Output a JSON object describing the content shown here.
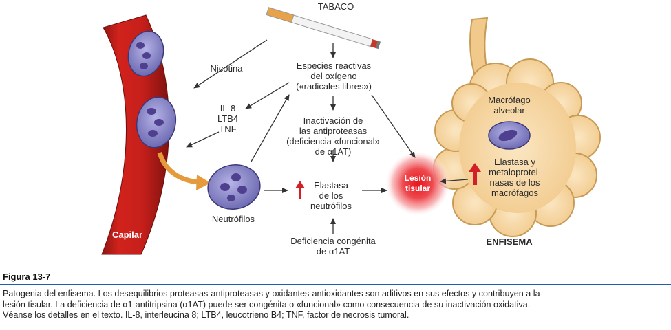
{
  "diagram": {
    "nodes": {
      "tabaco": "TABACO",
      "nicotina": "Nicotina",
      "especies": [
        "Especies reactivas",
        "del oxígeno",
        "(«radicales libres»)"
      ],
      "citocinas": [
        "IL-8",
        "LTB4",
        "TNF"
      ],
      "inactivacion": [
        "Inactivación de",
        "las antiproteasas",
        "(deficiencia «funcional»",
        "de α1AT)"
      ],
      "elastasa_neutrofilos": [
        "Elastasa",
        "de los",
        "neutrófilos"
      ],
      "neutrofilos": "Neutrófilos",
      "deficiencia_congenita": [
        "Deficiencia congénita",
        "de α1AT"
      ],
      "lesion_tisular": [
        "Lesión",
        "tisular"
      ],
      "macrofago": [
        "Macrófago",
        "alveolar"
      ],
      "elastasa_macrofagos": [
        "Elastasa y",
        "metaloprotei-",
        "nasas de los",
        "macrófagos"
      ],
      "capilar": "Capilar",
      "enfisema": "ENFISEMA"
    },
    "colors": {
      "capillary": "#c8201c",
      "cell_body": "#8a86c8",
      "nucleus": "#4f3f8f",
      "alveoli": "#f6d6a2",
      "alveoli_edge": "#c79a55",
      "lesion_glow": "#e8141c",
      "up_arrow": "#d31f26",
      "connector_arrow": "#e59a3c",
      "arrow": "#333333"
    }
  },
  "figure": {
    "number": "Figura 13-7",
    "caption": [
      "Patogenia del enfisema. Los desequilibrios proteasas-antiproteasas y oxidantes-antioxidantes son aditivos en sus efectos y contribuyen a la",
      "lesión tisular. La deficiencia de α1-antitripsina (α1AT) puede ser congénita o «funcional» como consecuencia de su inactivación oxidativa.",
      "Véanse los detalles en el texto. IL-8, interleucina 8; LTB4, leucotrieno B4; TNF, factor de necrosis tumoral."
    ]
  }
}
